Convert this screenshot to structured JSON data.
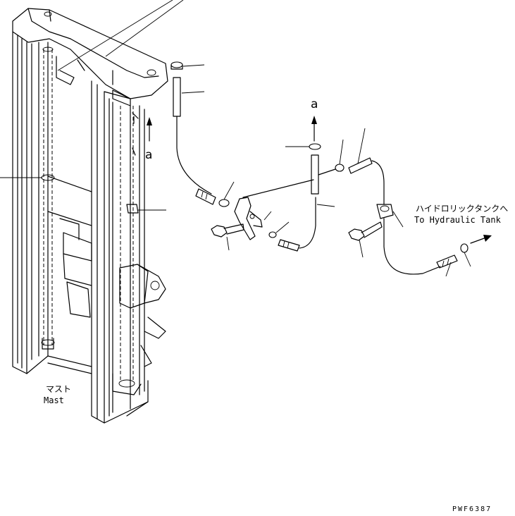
{
  "labels": {
    "mast_jp": "マスト",
    "mast_en": "Mast",
    "tank_jp": "ハイドロリックタンクへ",
    "tank_en": "To Hydraulic Tank",
    "view_a_top": "a",
    "view_a_side": "a",
    "drawing_code": "PWF6387"
  }
}
